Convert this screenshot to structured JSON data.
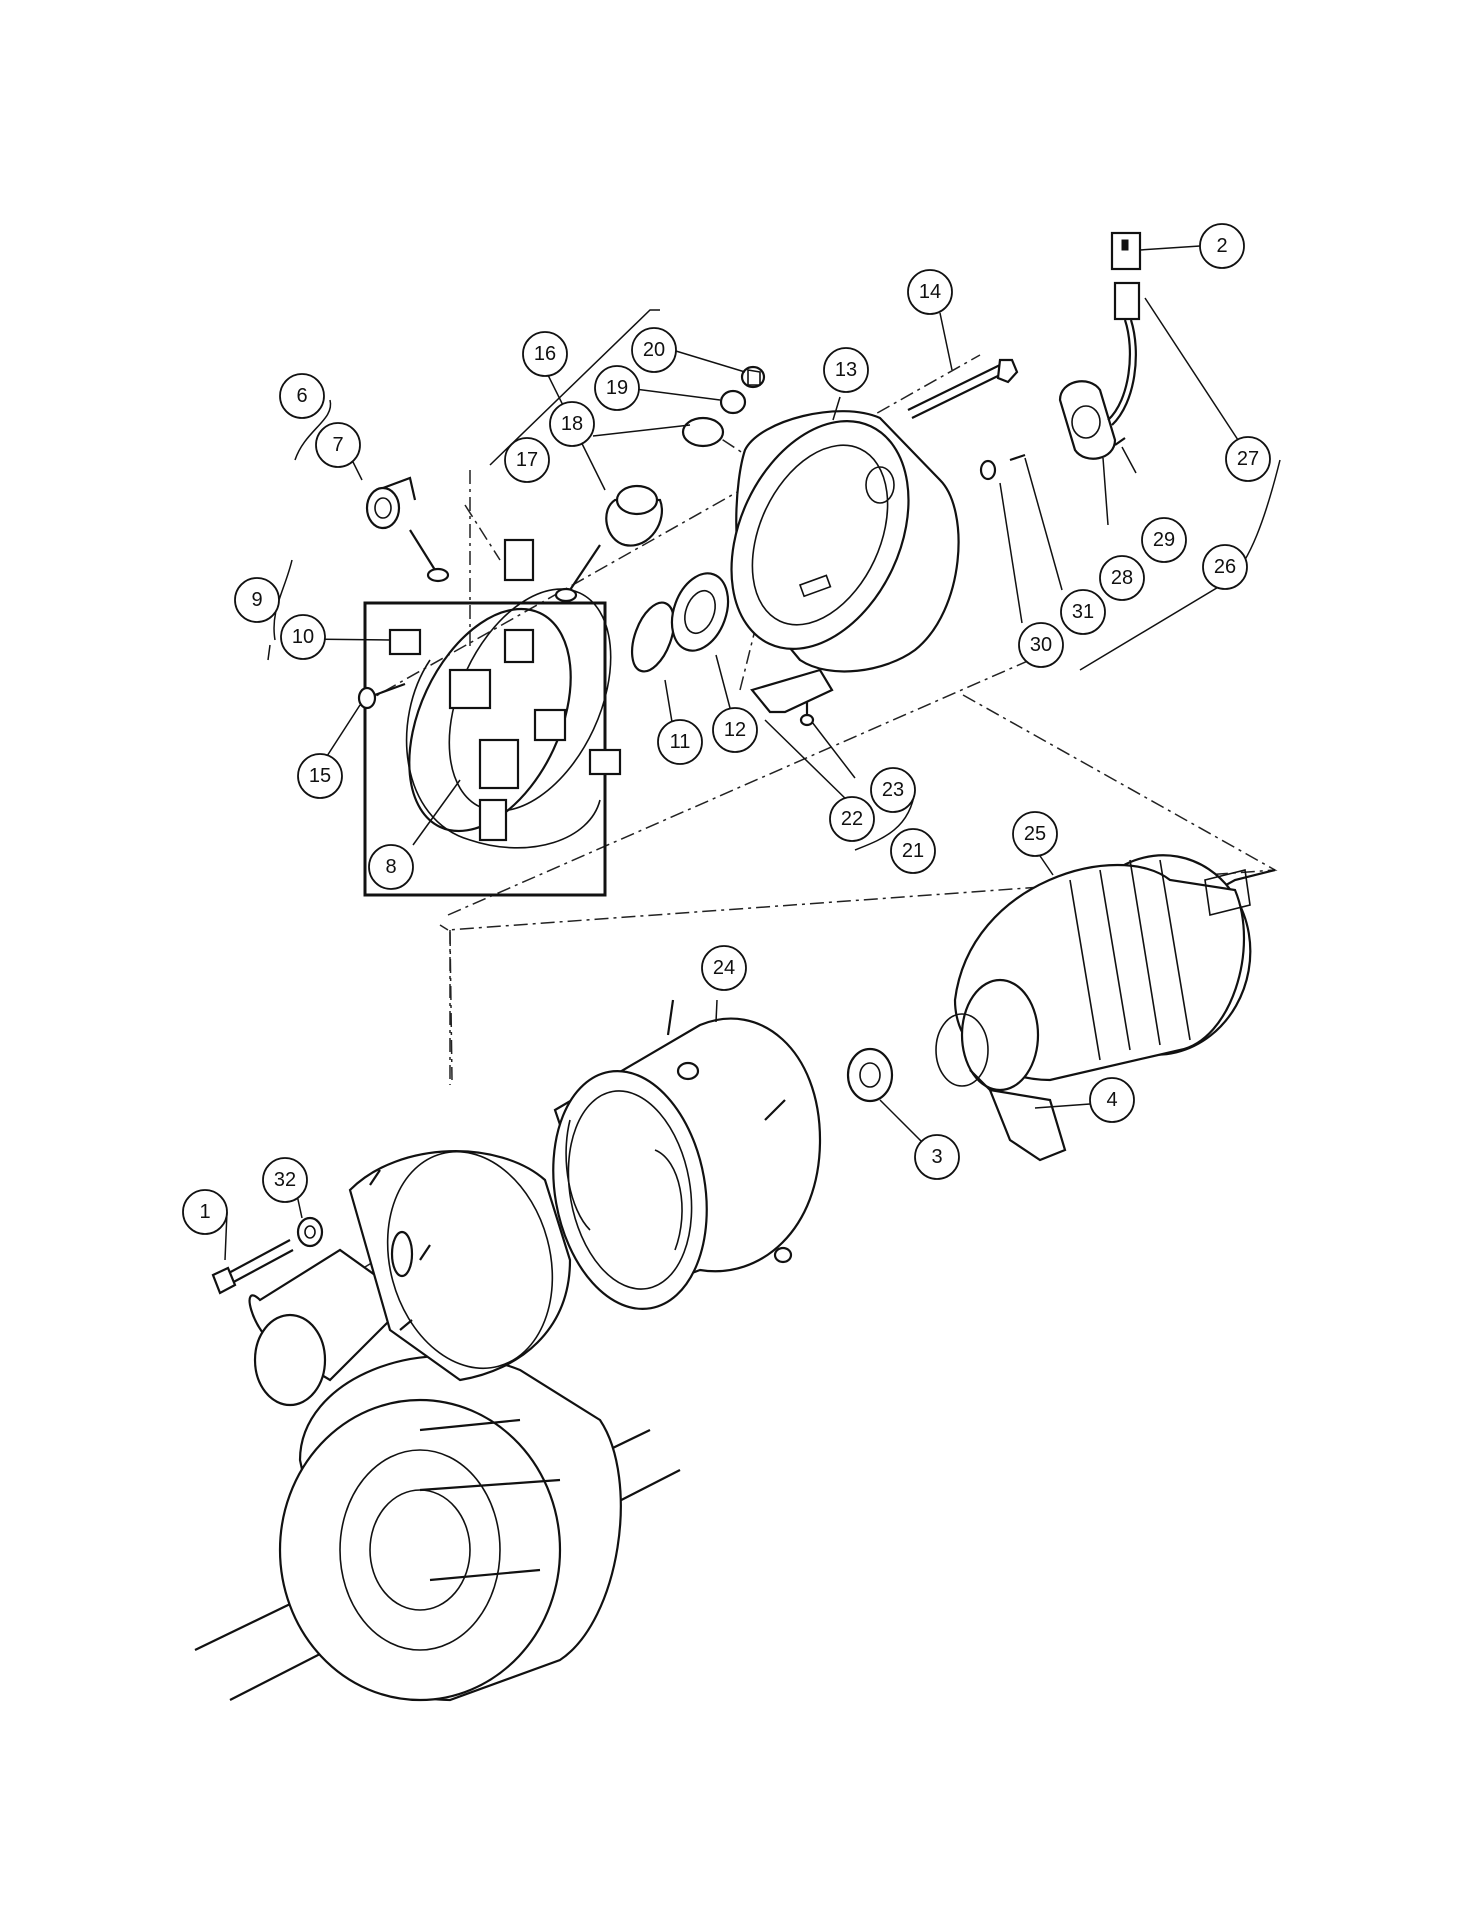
{
  "callouts": [
    "1",
    "2",
    "3",
    "4",
    "6",
    "7",
    "8",
    "9",
    "10",
    "11",
    "12",
    "13",
    "14",
    "15",
    "16",
    "17",
    "18",
    "19",
    "20",
    "21",
    "22",
    "23",
    "24",
    "25",
    "26",
    "27",
    "28",
    "29",
    "30",
    "31",
    "32"
  ]
}
